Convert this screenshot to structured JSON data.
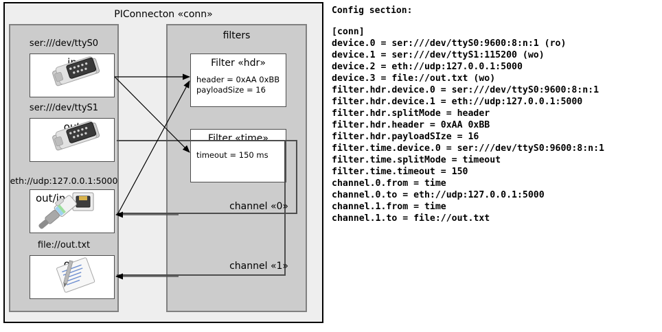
{
  "diagram": {
    "component_title": "PIConnecton «conn»",
    "devices_panel": {
      "nodes": [
        {
          "caption": "ser:///dev/ttyS0",
          "label": "in",
          "icon": "serial-port-icon"
        },
        {
          "caption": "ser:///dev/ttyS1",
          "label": "out",
          "icon": "serial-port-icon"
        },
        {
          "caption": "eth://udp:127.0.0.1:5000",
          "label": "out/in",
          "icon": "ethernet-jack-icon"
        },
        {
          "caption": "file://out.txt",
          "label": "out",
          "icon": "text-file-icon"
        }
      ]
    },
    "filters_panel": {
      "title": "filters",
      "filters": [
        {
          "title": "Filter «hdr»",
          "attrs": [
            "header = 0xAA 0xBB",
            "payloadSize = 16"
          ]
        },
        {
          "title": "Filter «time»",
          "attrs": [
            "timeout = 150 ms"
          ]
        }
      ]
    },
    "channels": [
      {
        "label": "channel «0»"
      },
      {
        "label": "channel «1»"
      }
    ],
    "colors": {
      "outer_background": "#eeeeee",
      "panel_background": "#cccccc",
      "node_background": "#ffffff",
      "outer_border": "#000000",
      "panel_border": "#808080",
      "node_border": "#4d4d4d",
      "line": "#000000"
    }
  },
  "config": {
    "heading": "Config section:",
    "lines": [
      "[conn]",
      "device.0 = ser:///dev/ttyS0:9600:8:n:1 (ro)",
      "device.1 = ser:///dev/ttyS1:115200 (wo)",
      "device.2 = eth://udp:127.0.0.1:5000",
      "device.3 = file://out.txt (wo)",
      "filter.hdr.device.0 = ser:///dev/ttyS0:9600:8:n:1",
      "filter.hdr.device.1 = eth://udp:127.0.0.1:5000",
      "filter.hdr.splitMode = header",
      "filter.hdr.header = 0xAA 0xBB",
      "filter.hdr.payloadSIze = 16",
      "filter.time.device.0 = ser:///dev/ttyS0:9600:8:n:1",
      "filter.time.splitMode = timeout",
      "filter.time.timeout = 150",
      "channel.0.from = time",
      "channel.0.to = eth://udp:127.0.0.1:5000",
      "channel.1.from = time",
      "channel.1.to = file://out.txt"
    ]
  }
}
